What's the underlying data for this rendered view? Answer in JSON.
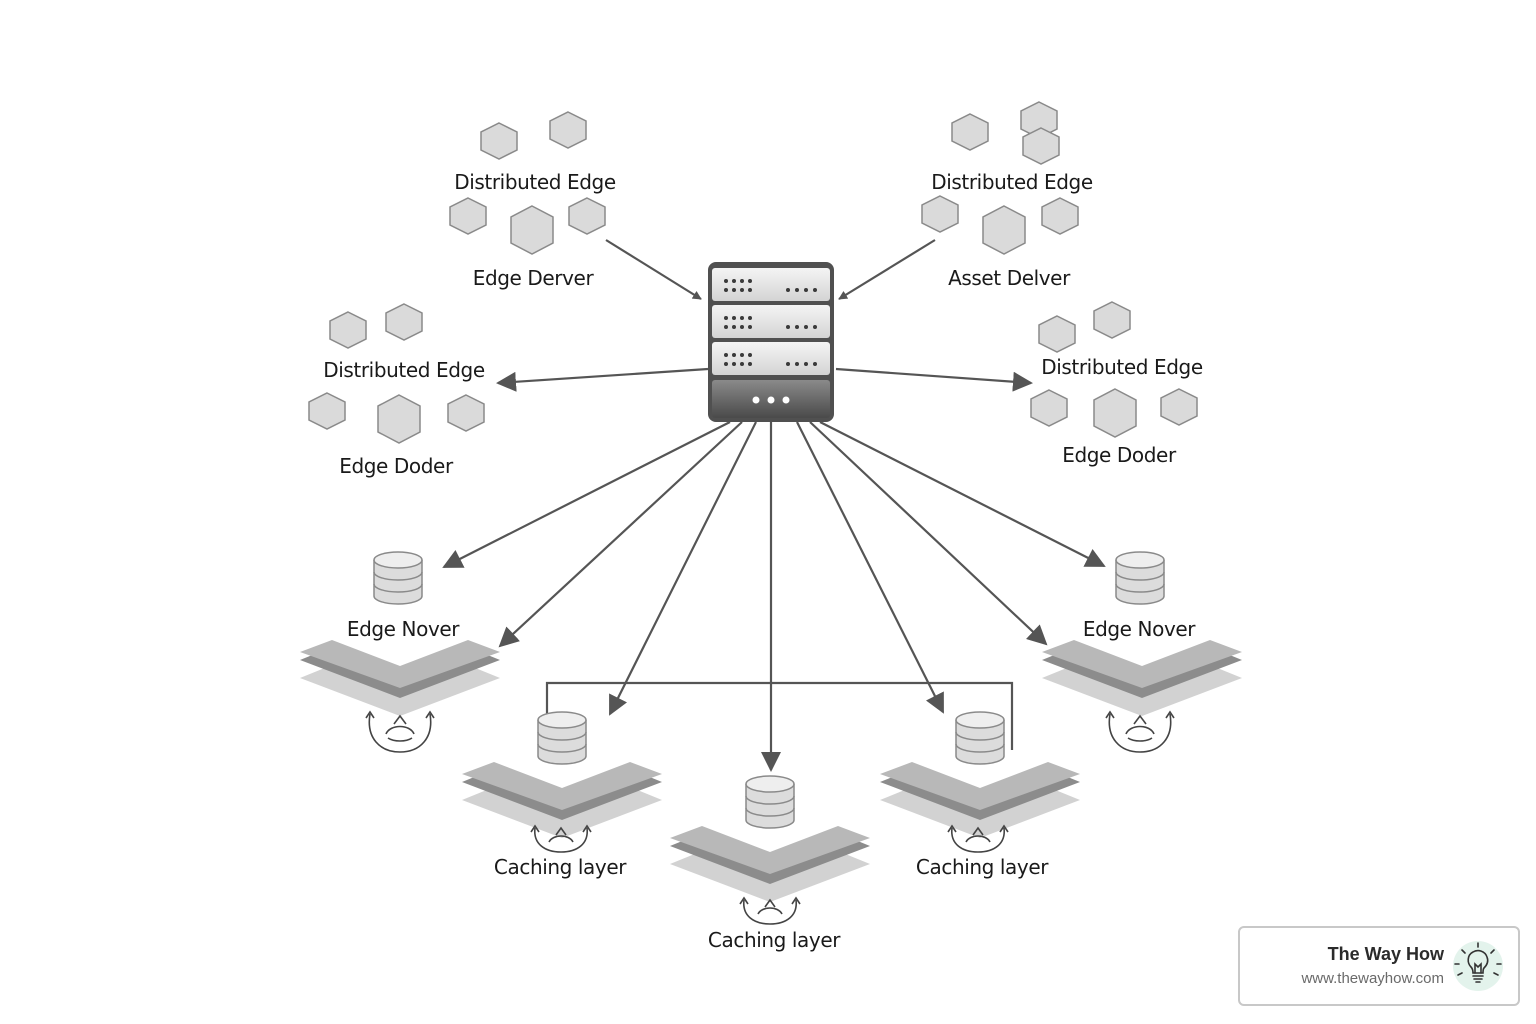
{
  "diagram": {
    "nodes": {
      "top_left_group": "Distributed Edge",
      "top_left_server": "Edge Derver",
      "top_right_group": "Distributed Edge",
      "top_right_server": "Asset Delver",
      "mid_left_group": "Distributed Edge",
      "mid_left_node": "Edge Doder",
      "mid_right_group": "Distributed Edge",
      "mid_right_node": "Edge Doder",
      "lower_left_store": "Edge Nover",
      "lower_right_store": "Edge Nover",
      "cache_left": "Caching layer",
      "cache_center": "Caching layer",
      "cache_right": "Caching layer"
    }
  },
  "brand": {
    "name": "The Way How",
    "url": "www.thewayhow.com",
    "icon": "lightbulb-icon",
    "icon_bg": "#e3f3ec"
  },
  "colors": {
    "line": "#555555",
    "hexagon_fill": "#dadada",
    "server_dark": "#5a5a5a"
  }
}
